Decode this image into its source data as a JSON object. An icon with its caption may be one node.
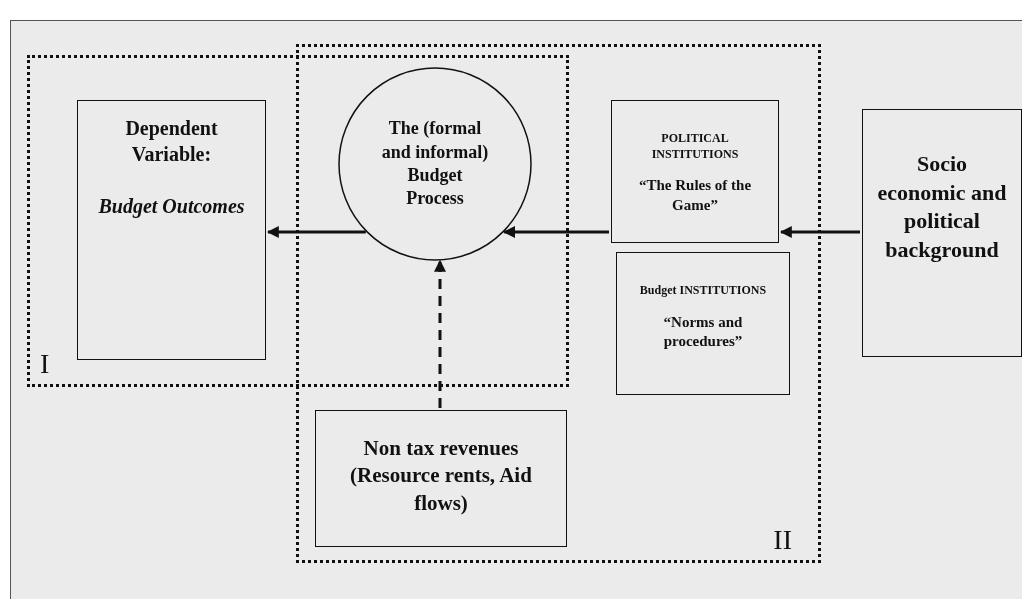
{
  "diagram": {
    "nodes": [
      {
        "text": [
          "I"
        ]
      },
      {
        "text": [
          "II"
        ]
      },
      {
        "text": [
          "Dependent Variable:",
          "Budget Outcomes"
        ],
        "in": 0
      },
      {
        "text": [
          "The (formal and informal) Budget Process"
        ]
      },
      {
        "text": [
          "POLITICAL INSTITUTIONS",
          "“The Rules of the Game”"
        ],
        "in": 1
      },
      {
        "text": [
          "Budget INSTITUTIONS",
          "“Norms and procedures”"
        ],
        "in": 1
      },
      {
        "text": [
          "Non tax revenues (Resource rents, Aid flows)"
        ],
        "in": 1
      },
      {
        "text": [
          "Socio economic and political background"
        ]
      }
    ],
    "edges": [
      {
        "from": 7,
        "to": 4,
        "arrow": "to"
      },
      {
        "from": 4,
        "to": 3,
        "arrow": "to"
      },
      {
        "from": 3,
        "to": 2,
        "arrow": "to"
      },
      {
        "from": 6,
        "to": 3,
        "arrow": "to",
        "style": "dashed"
      }
    ]
  }
}
